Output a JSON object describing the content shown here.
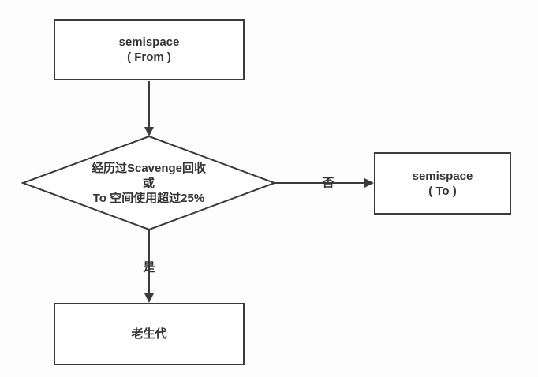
{
  "diagram": {
    "type": "flowchart",
    "nodes": {
      "from": {
        "lines": [
          "semispace",
          "( From )"
        ]
      },
      "decision": {
        "lines": [
          "经历过Scavenge回收",
          "或",
          "To 空间使用超过25%"
        ]
      },
      "to": {
        "lines": [
          "semispace",
          "( To )"
        ]
      },
      "old_generation": {
        "lines": [
          "老生代"
        ]
      }
    },
    "edge_labels": {
      "no": "否",
      "yes": "是"
    },
    "colors": {
      "stroke": "#3b3b3b",
      "text": "#333333",
      "node_fill": "#ffffff",
      "background": "#fdfdfd"
    }
  }
}
